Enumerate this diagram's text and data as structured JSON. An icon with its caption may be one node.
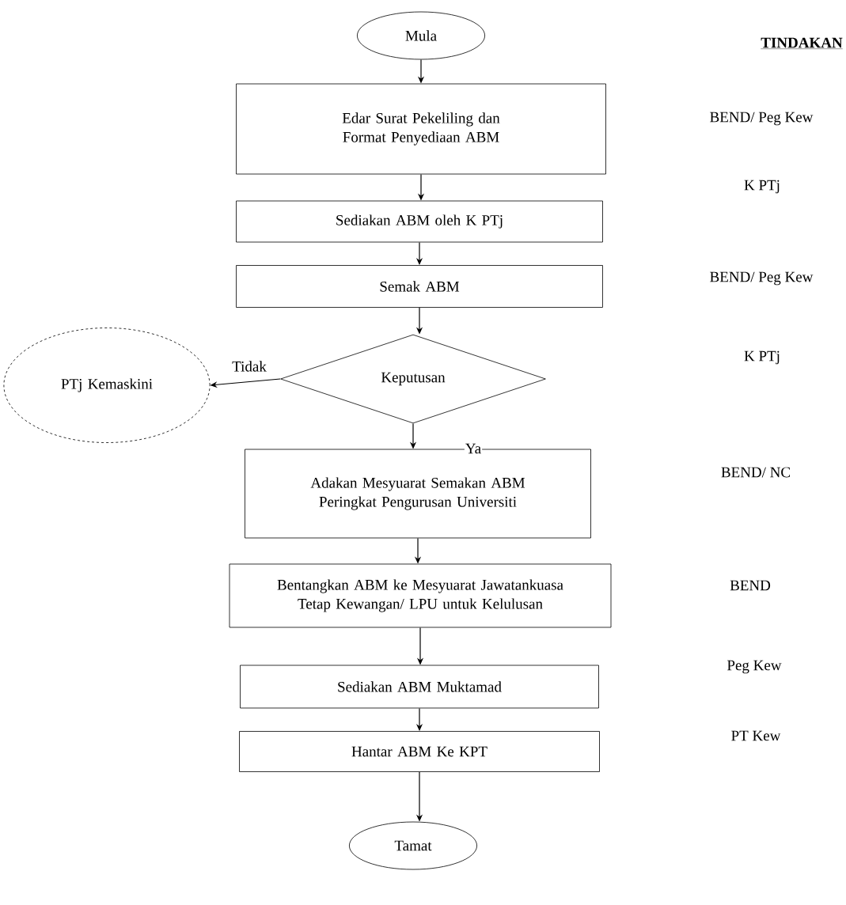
{
  "diagram": {
    "nodes": [
      {
        "text": [
          "Mula"
        ]
      },
      {
        "text": [
          "Edar Surat Pekeliling dan Format Penyediaan ABM"
        ]
      },
      {
        "text": [
          "Sediakan ABM oleh K PTj"
        ]
      },
      {
        "text": [
          "Semak ABM"
        ]
      },
      {
        "text": [
          "Keputusan"
        ]
      },
      {
        "text": [
          "PTj Kemaskini"
        ]
      },
      {
        "text": [
          "Adakan Mesyuarat Semakan ABM Peringkat Pengurusan Universiti"
        ]
      },
      {
        "text": [
          "Bentangkan ABM ke Mesyuarat Jawatankuasa Tetap Kewangan/ LPU untuk Kelulusan"
        ]
      },
      {
        "text": [
          "Sediakan ABM Muktamad"
        ]
      },
      {
        "text": [
          "Hantar ABM Ke KPT"
        ]
      },
      {
        "text": [
          "Tamat"
        ]
      }
    ],
    "edges": [
      {
        "from": 0,
        "to": 1,
        "arrow": "to"
      },
      {
        "from": 1,
        "to": 2,
        "arrow": "to"
      },
      {
        "from": 2,
        "to": 3,
        "arrow": "to"
      },
      {
        "from": 3,
        "to": 4,
        "arrow": "to"
      },
      {
        "from": 4,
        "to": 5,
        "arrow": "to",
        "label": "Tidak"
      },
      {
        "from": 4,
        "to": 6,
        "arrow": "to",
        "label": "Ya"
      },
      {
        "from": 6,
        "to": 7,
        "arrow": "to"
      },
      {
        "from": 7,
        "to": 8,
        "arrow": "to"
      },
      {
        "from": 8,
        "to": 9,
        "arrow": "to"
      },
      {
        "from": 9,
        "to": 10,
        "arrow": "to"
      }
    ],
    "labels": [
      "TINDAKAN",
      "BEND/ Peg Kew",
      "K PTj",
      "BEND/ Peg Kew",
      "K PTj",
      "BEND/ NC",
      "BEND",
      "Peg Kew",
      "PT Kew"
    ]
  }
}
